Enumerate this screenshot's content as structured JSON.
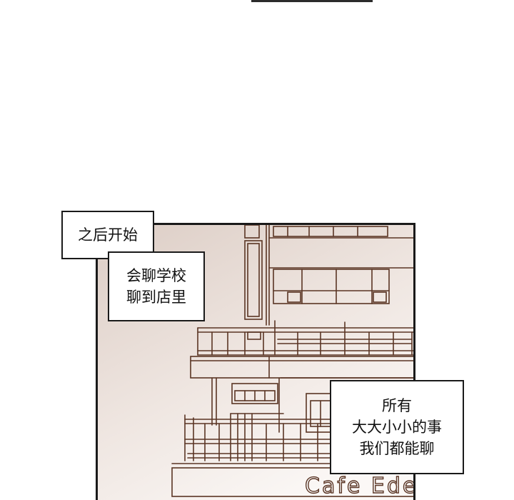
{
  "bubbles": {
    "first": {
      "lines": [
        "之后开始"
      ]
    },
    "second": {
      "lines": [
        "会聊学校",
        "聊到店里"
      ]
    },
    "third": {
      "lines": [
        "所有",
        "大大小小的事",
        "我们都能聊"
      ]
    }
  },
  "building": {
    "sign_text": "Cafe Eden"
  },
  "colors": {
    "line_art": "#5a3524",
    "panel_shade": "#e3d7d0",
    "panel_light": "#f7f2ef"
  }
}
